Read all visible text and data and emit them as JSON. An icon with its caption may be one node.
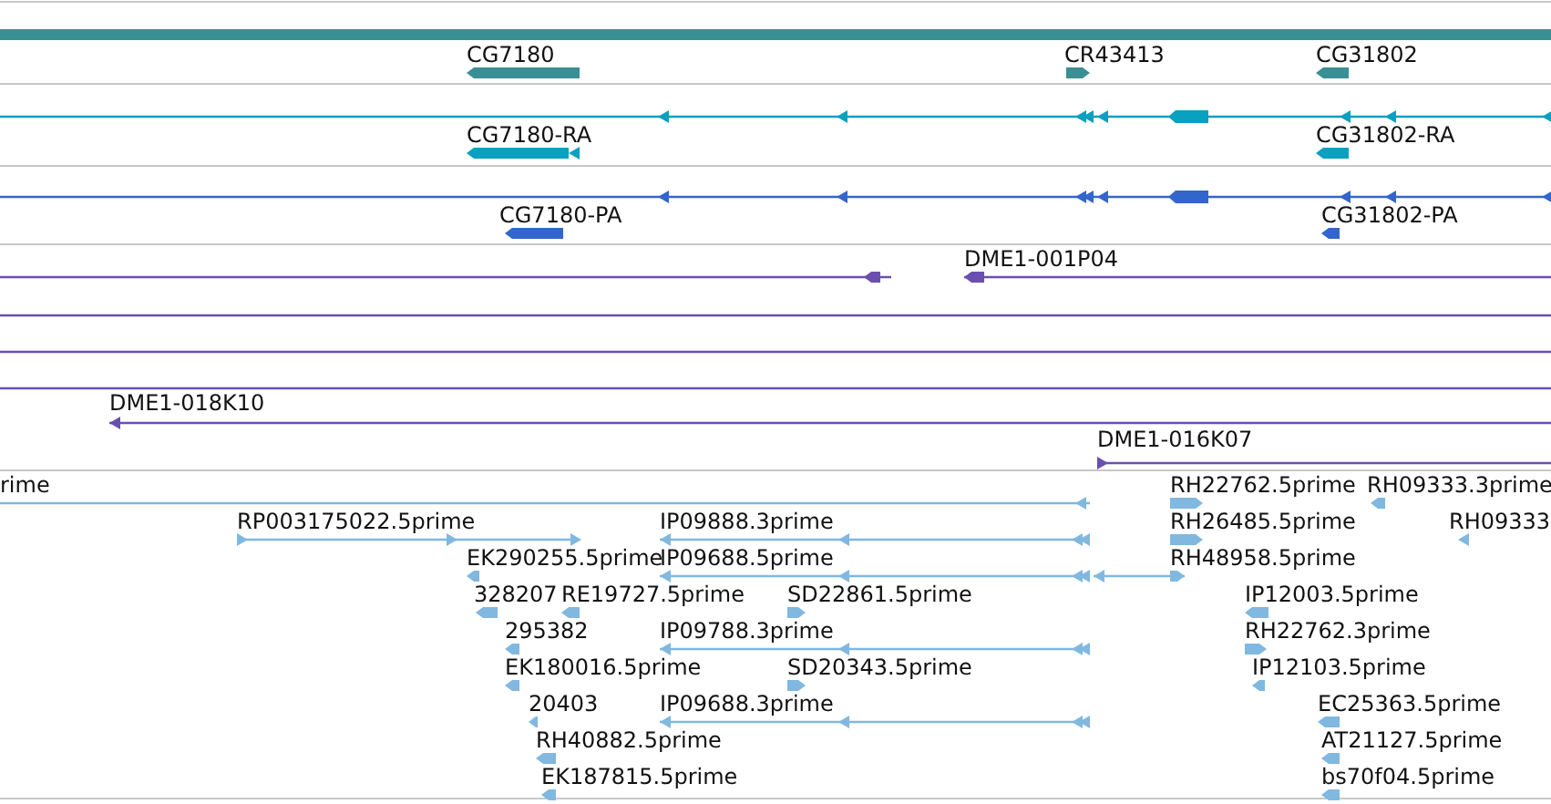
{
  "diagram": {
    "labels": [
      "CG7180",
      "CR43413",
      "CG31802",
      "CG7180-RA",
      "CG31802-RA",
      "CG7180-PA",
      "CG31802-PA",
      "DME1-001P04",
      "DME1-018K10",
      "DME1-016K07",
      "rime",
      "RH22762.5prime",
      "RH09333.3prime",
      "RP003175022.5prime",
      "IP09888.3prime",
      "RH26485.5prime",
      "RH09333",
      "EK290255.5prime",
      "IP09688.5prime",
      "RH48958.5prime",
      "328207",
      "RE19727.5prime",
      "SD22861.5prime",
      "IP12003.5prime",
      "295382",
      "IP09788.3prime",
      "RH22762.3prime",
      "EK180016.5prime",
      "SD20343.5prime",
      "IP12103.5prime",
      "20403",
      "IP09688.3prime",
      "EC25363.5prime",
      "RH40882.5prime",
      "AT21127.5prime",
      "EK187815.5prime",
      "bs70f04.5prime"
    ]
  }
}
